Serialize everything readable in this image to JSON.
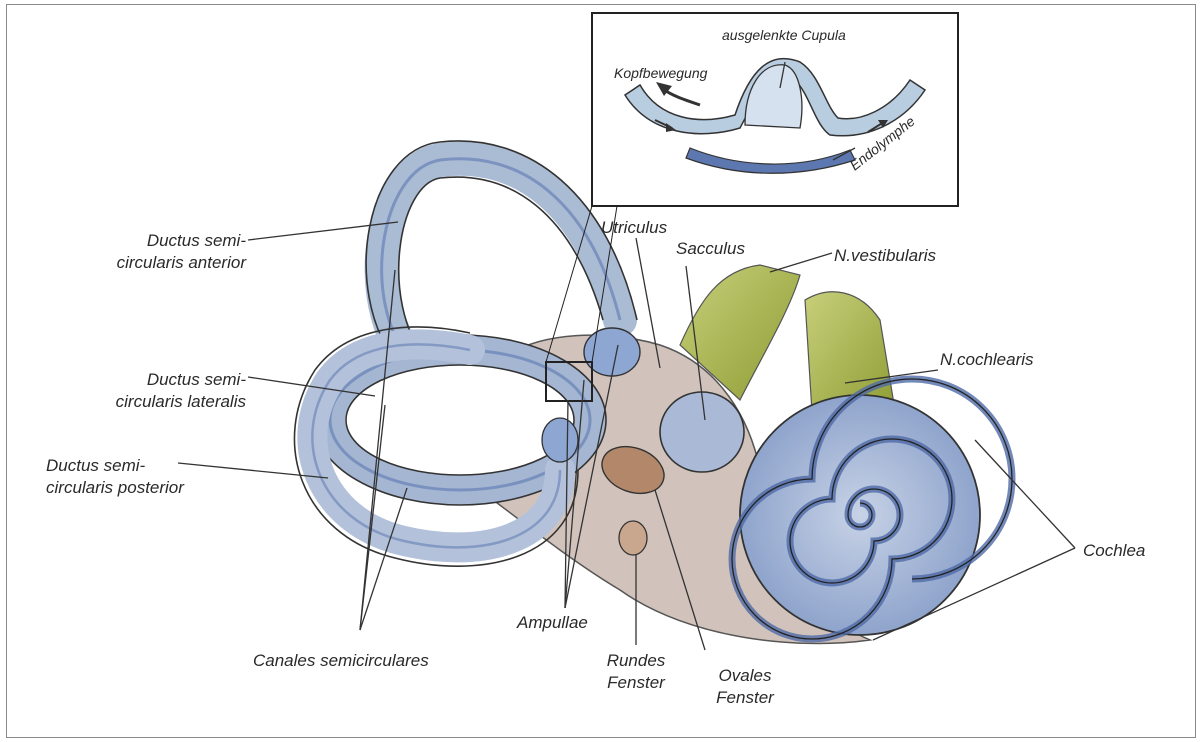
{
  "labels": {
    "ductus_anterior": [
      "Ductus semi-",
      "circularis anterior"
    ],
    "ductus_lateralis": [
      "Ductus semi-",
      "circularis lateralis"
    ],
    "ductus_posterior": [
      "Ductus semi-",
      "circularis posterior"
    ],
    "canales": "Canales semicirculares",
    "ampullae": "Ampullae",
    "rundes": [
      "Rundes",
      "Fenster"
    ],
    "ovales": [
      "Ovales",
      "Fenster"
    ],
    "utriculus": "Utriculus",
    "sacculus": "Sacculus",
    "n_vestibularis": "N.vestibularis",
    "n_cochlearis": "N.cochlearis",
    "cochlea": "Cochlea"
  },
  "inset": {
    "cupula": "ausgelenkte Cupula",
    "kopf": "Kopfbewegung",
    "endolymphe": "Endolymphe"
  },
  "colors": {
    "canal": "#9fb3cf",
    "canal_dark": "#5d78b0",
    "nerve": "#a8b64a",
    "window": "#b58a6a",
    "tissue": "#c9b7ad",
    "outline": "#333333"
  }
}
